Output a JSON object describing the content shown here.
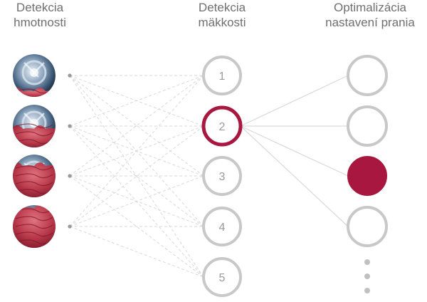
{
  "columns": {
    "weight_detection": "Detekcia\nhmotnosti",
    "softness_detection": "Detekcia\nmäkkosti",
    "wash_optimization": "Optimalizácia\nnastavení prania"
  },
  "softness_nodes": [
    {
      "label": "1",
      "selected": false
    },
    {
      "label": "2",
      "selected": true
    },
    {
      "label": "3",
      "selected": false
    },
    {
      "label": "4",
      "selected": false
    },
    {
      "label": "5",
      "selected": false
    }
  ],
  "load_levels": [
    {
      "name": "empty-drum",
      "fill": 0.2
    },
    {
      "name": "half-load",
      "fill": 0.5
    },
    {
      "name": "high-load",
      "fill": 0.8
    },
    {
      "name": "full-load",
      "fill": 1.0
    }
  ],
  "output_nodes": [
    {
      "filled": false
    },
    {
      "filled": false
    },
    {
      "filled": true
    },
    {
      "filled": false
    }
  ],
  "colors": {
    "accent": "#a8173f",
    "node_outline": "#c8c8c8",
    "connector": "#d9d9d9",
    "title_text": "#6f6f6f"
  }
}
